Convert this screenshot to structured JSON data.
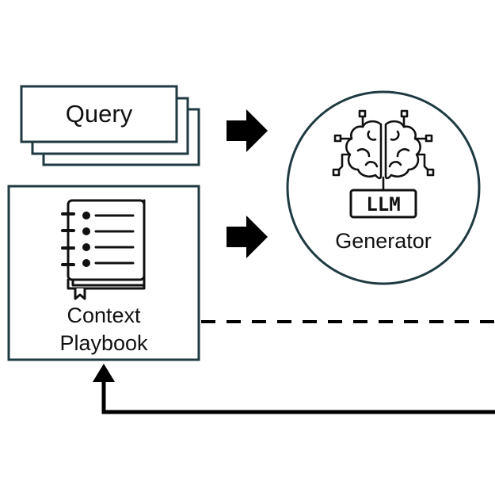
{
  "nodes": {
    "query": {
      "label": "Query"
    },
    "context_playbook": {
      "label_line1": "Context",
      "label_line2": "Playbook"
    },
    "generator": {
      "badge": "LLM",
      "label": "Generator"
    }
  },
  "colors": {
    "box_border": "#1f3a40",
    "ink": "#111111",
    "background": "#ffffff"
  },
  "icons": {
    "playbook": "notebook-checklist-icon",
    "generator": "brain-circuit-icon",
    "arrows": "thick-right-arrow-icon"
  }
}
